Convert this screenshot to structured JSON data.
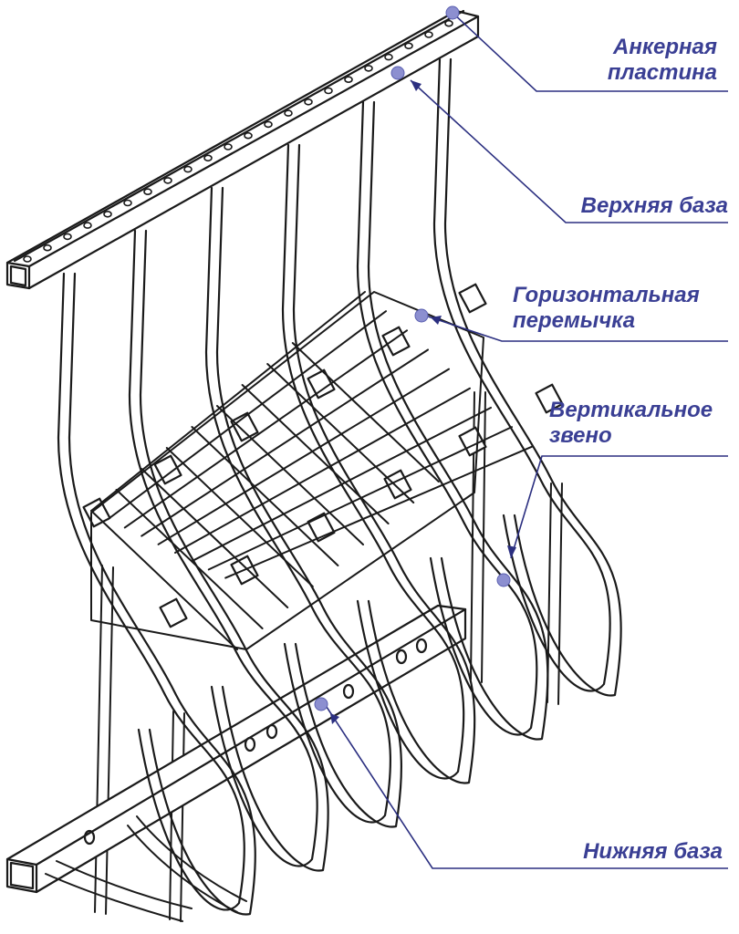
{
  "labels": {
    "anchor_plate": {
      "line1": "Анкерная",
      "line2": "пластина"
    },
    "top_base": {
      "text": "Верхняя база"
    },
    "horizontal_bridge": {
      "line1": "Горизонтальная",
      "line2": "перемычка"
    },
    "vertical_link": {
      "line1": "Вертикальное",
      "line2": "звено"
    },
    "bottom_base": {
      "text": "Нижняя база"
    }
  },
  "colors": {
    "label_text": "#3a3f94",
    "leader_line": "#2b2f80",
    "marker": "#8c8fd0",
    "outline": "#1a1a1a"
  }
}
